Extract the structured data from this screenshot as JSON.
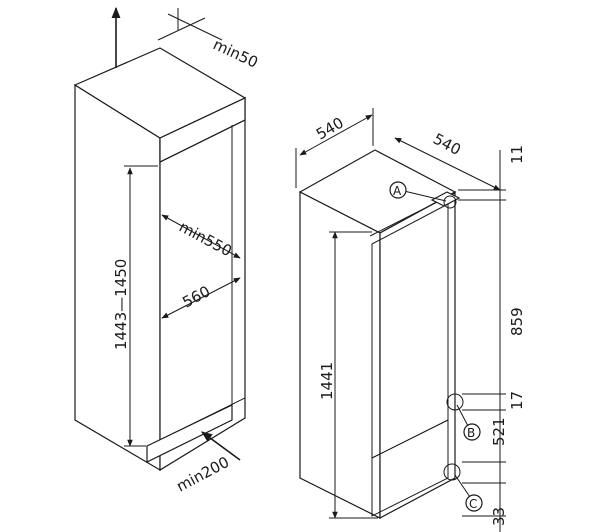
{
  "niche": {
    "clearance_top": "min50",
    "height_range": "1443—1450",
    "depth_min": "min550",
    "width": "560",
    "clearance_bottom": "min200"
  },
  "appliance": {
    "width": "540",
    "depth": "540",
    "height": "1441",
    "dim_11": "11",
    "dim_859": "859",
    "dim_17": "17",
    "dim_521": "521",
    "dim_33": "33",
    "marker_a": "A",
    "marker_b": "B",
    "marker_c": "C"
  }
}
